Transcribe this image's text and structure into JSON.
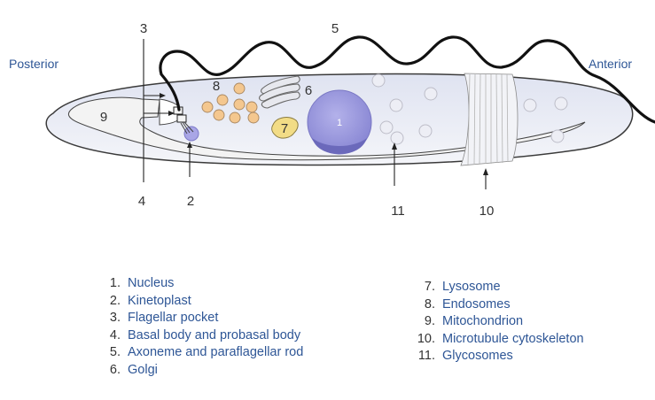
{
  "directions": {
    "posterior": "Posterior",
    "anterior": "Anterior"
  },
  "callouts": [
    "1",
    "2",
    "3",
    "4",
    "5",
    "6",
    "7",
    "8",
    "9",
    "10",
    "11"
  ],
  "legend_left": [
    {
      "num": "1.",
      "text": "Nucleus"
    },
    {
      "num": "2.",
      "text": "Kinetoplast"
    },
    {
      "num": "3.",
      "text": "Flagellar pocket"
    },
    {
      "num": "4.",
      "text": "Basal body and probasal body"
    },
    {
      "num": "5.",
      "text": "Axoneme and paraflagellar rod"
    },
    {
      "num": "6.",
      "text": "Golgi"
    }
  ],
  "legend_right": [
    {
      "num": "7.",
      "text": "Lysosome"
    },
    {
      "num": "8.",
      "text": "Endosomes"
    },
    {
      "num": "9.",
      "text": "Mitochondrion"
    },
    {
      "num": "10.",
      "text": "Microtubule cytoskeleton"
    },
    {
      "num": "11.",
      "text": "Glycosomes"
    }
  ],
  "colors": {
    "label_blue": "#2e5696",
    "number_grey": "#333333",
    "nucleus": "#9a98dd",
    "endosomes": "#f4c78f",
    "lysosome": "#f2dd88",
    "kinetoplast": "#a9a6e6",
    "cell_fill": "#eaedf7"
  }
}
